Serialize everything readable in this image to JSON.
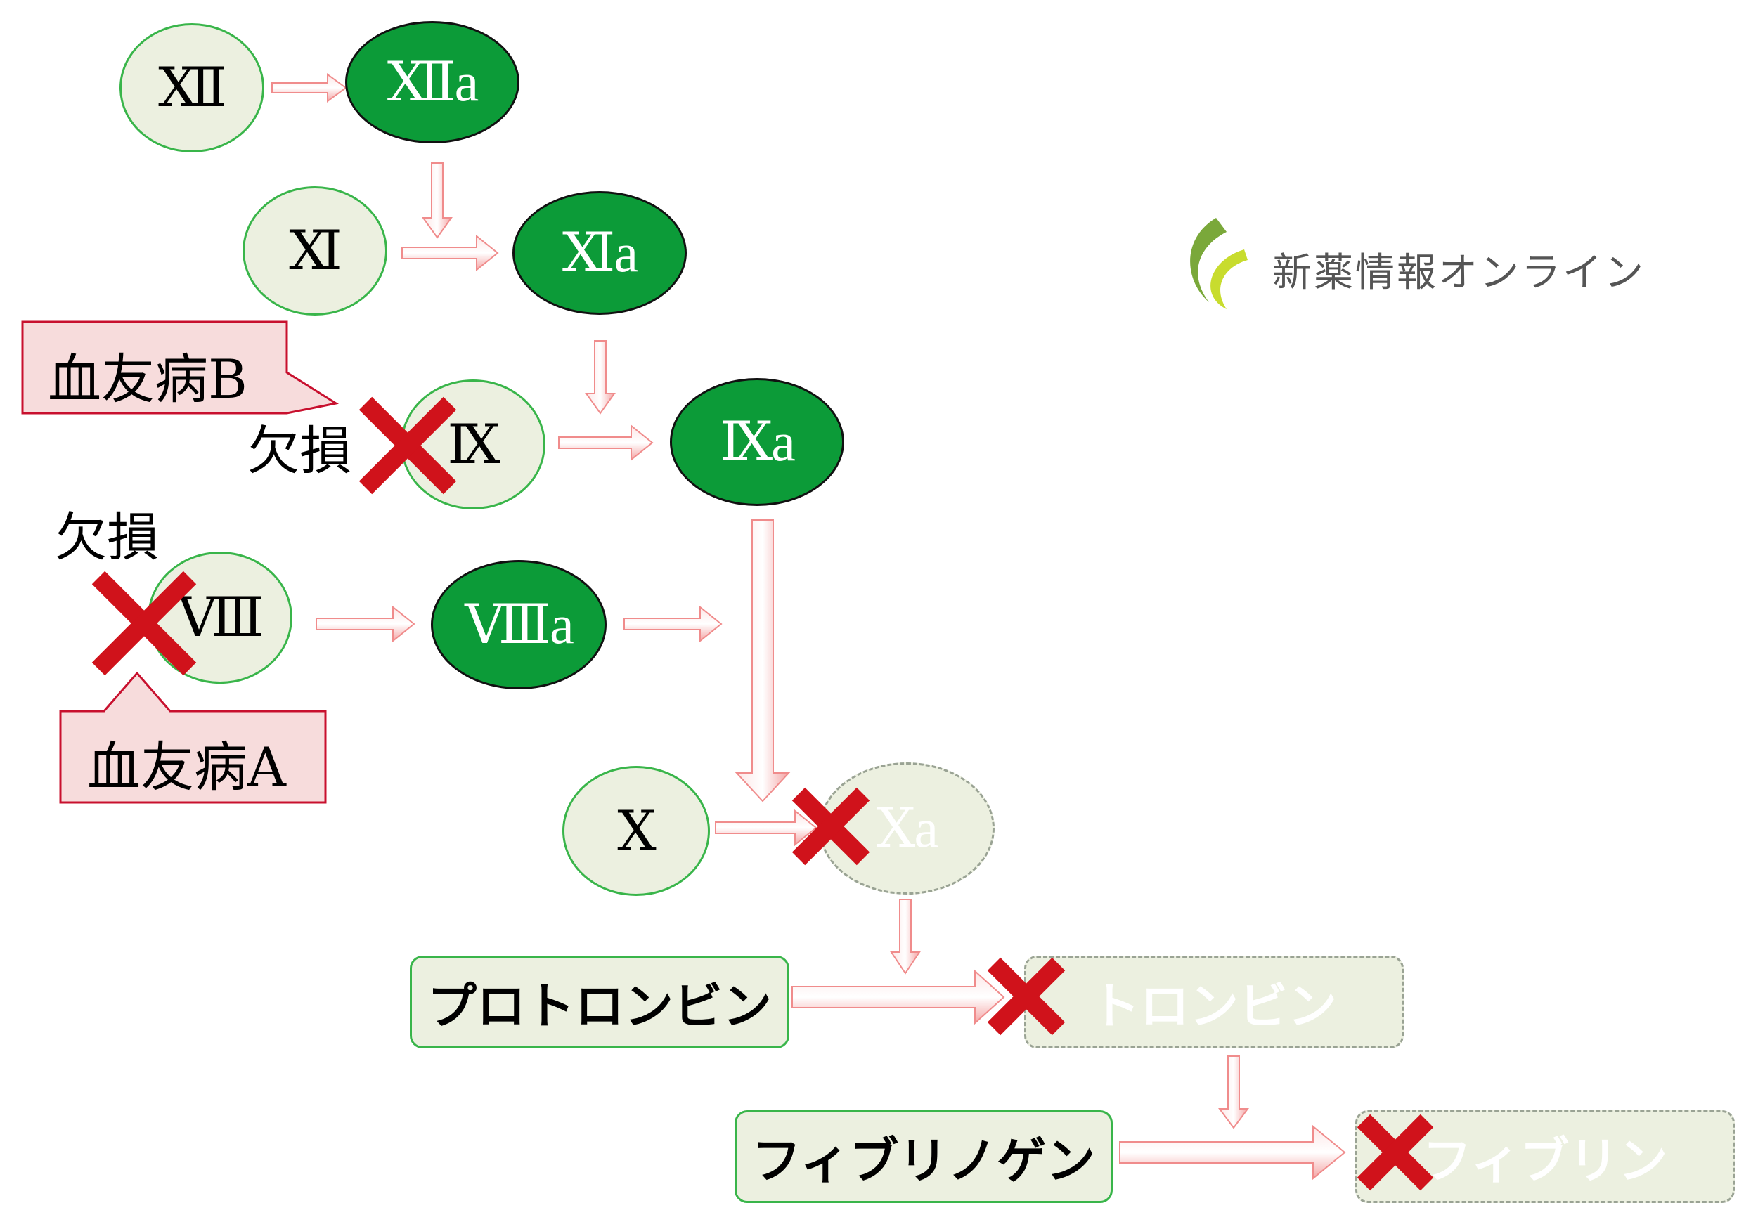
{
  "logo": {
    "text": "新薬情報オンライン"
  },
  "factors": {
    "f12": "Ⅻ",
    "f12a": "Ⅻa",
    "f11": "Ⅺ",
    "f11a": "Ⅺa",
    "f9": "Ⅸ",
    "f9a": "Ⅸa",
    "f8": "Ⅷ",
    "f8a": "Ⅷa",
    "f10": "Ⅹ",
    "f10a": "Ⅹa"
  },
  "proteins": {
    "prothrombin": "プロトロンビン",
    "thrombin": "トロンビン",
    "fibrinogen": "フィブリノゲン",
    "fibrin": "フィブリン"
  },
  "callouts": {
    "hemophilia_b": "血友病B",
    "hemophilia_a": "血友病A"
  },
  "deficiency": {
    "label_9": "欠損",
    "label_8": "欠損"
  },
  "colors": {
    "active_fill": "#0c9b38",
    "inactive_fill": "#ecf0e0",
    "outline_green": "#39b54a",
    "arrow_pink": "#f4a5a5",
    "cross_red": "#d0121b",
    "callout_fill": "#f7dcdc",
    "callout_border": "#c8102e"
  }
}
